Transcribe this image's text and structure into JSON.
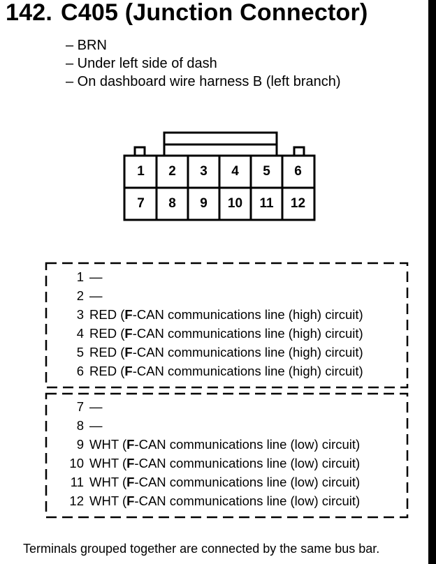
{
  "title": {
    "number": "142.",
    "text": "C405 (Junction Connector)"
  },
  "notes": [
    "– BRN",
    "– Under left side of dash",
    "– On dashboard wire harness B (left branch)"
  ],
  "connector": {
    "top_row": [
      "1",
      "2",
      "3",
      "4",
      "5",
      "6"
    ],
    "bottom_row": [
      "7",
      "8",
      "9",
      "10",
      "11",
      "12"
    ]
  },
  "groups": [
    {
      "terminals": [
        {
          "num": "1",
          "color": "",
          "prefix": "—",
          "bold": "",
          "rest": ""
        },
        {
          "num": "2",
          "color": "",
          "prefix": "—",
          "bold": "",
          "rest": ""
        },
        {
          "num": "3",
          "color": "RED",
          "prefix": "(",
          "bold": "F",
          "rest": "-CAN communications line (high) circuit)"
        },
        {
          "num": "4",
          "color": "RED",
          "prefix": "(",
          "bold": "F",
          "rest": "-CAN communications line (high) circuit)"
        },
        {
          "num": "5",
          "color": "RED",
          "prefix": "(",
          "bold": "F",
          "rest": "-CAN communications line (high) circuit)"
        },
        {
          "num": "6",
          "color": "RED",
          "prefix": "(",
          "bold": "F",
          "rest": "-CAN communications line (high) circuit)"
        }
      ]
    },
    {
      "terminals": [
        {
          "num": "7",
          "color": "",
          "prefix": "—",
          "bold": "",
          "rest": ""
        },
        {
          "num": "8",
          "color": "",
          "prefix": "—",
          "bold": "",
          "rest": ""
        },
        {
          "num": "9",
          "color": "WHT",
          "prefix": "(",
          "bold": "F",
          "rest": "-CAN communications line (low) circuit)"
        },
        {
          "num": "10",
          "color": "WHT",
          "prefix": "(",
          "bold": "F",
          "rest": "-CAN communications line (low) circuit)"
        },
        {
          "num": "11",
          "color": "WHT",
          "prefix": "(",
          "bold": "F",
          "rest": "-CAN communications line (low) circuit)"
        },
        {
          "num": "12",
          "color": "WHT",
          "prefix": "(",
          "bold": "F",
          "rest": "-CAN communications line (low) circuit)"
        }
      ]
    }
  ],
  "footer": "Terminals grouped together are connected by the same bus bar."
}
